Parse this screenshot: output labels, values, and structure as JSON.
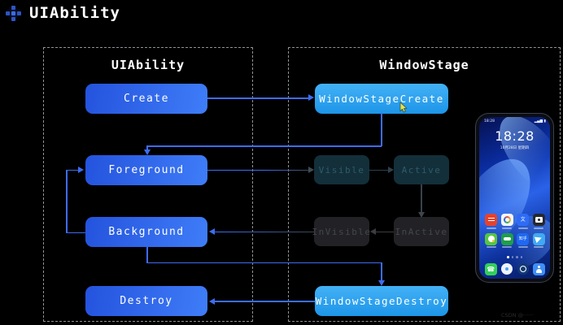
{
  "header": {
    "title": "UIAbility"
  },
  "panels": {
    "uiability": {
      "title": "UIAbility",
      "nodes": {
        "create": "Create",
        "foreground": "Foreground",
        "background": "Background",
        "destroy": "Destroy"
      }
    },
    "windowstage": {
      "title": "WindowStage",
      "nodes": {
        "create": "WindowStageCreate",
        "visible": "Visible",
        "active": "Active",
        "invisible": "InVisible",
        "inactive": "InActive",
        "destroy": "WindowStageDestroy"
      }
    }
  },
  "phone": {
    "status": {
      "time": "18:28",
      "signal_glyph": "▂▄▆",
      "battery_glyph": "▮"
    },
    "clock": "18:28",
    "date": "10月28日 星期四",
    "apps": {
      "zhihu_label": "知乎"
    },
    "page_dots": 4
  },
  "watermark": "CSDN @······",
  "colors": {
    "accent_line_blue": "#3e6cf0",
    "button_gradient": [
      "#2453dd",
      "#3f7df8"
    ],
    "light_blue_button": [
      "#43b1f6",
      "#1d95e8"
    ],
    "dim_teal_bg": "#132f3a",
    "dim_gray_bg": "#222226",
    "dashed_border": "#8f9296"
  }
}
